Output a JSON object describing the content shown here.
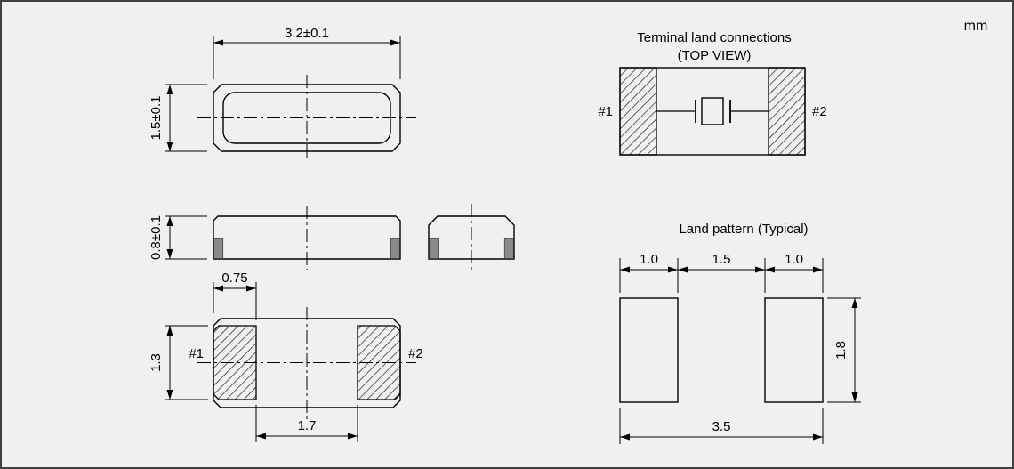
{
  "units_label": "mm",
  "top_view": {
    "dim_width": "3.2±0.1",
    "dim_height": "1.5±0.1"
  },
  "side_view": {
    "dim_thickness": "0.8±0.1"
  },
  "bottom_view": {
    "dim_pad_width": "0.75",
    "dim_pad_height": "1.3",
    "dim_pad_gap": "1.7",
    "terminal_1": "#1",
    "terminal_2": "#2"
  },
  "terminal_land_connections": {
    "title": "Terminal land connections",
    "subtitle": "(TOP VIEW)",
    "terminal_1": "#1",
    "terminal_2": "#2"
  },
  "land_pattern": {
    "title": "Land pattern (Typical)",
    "dim_pad1_width": "1.0",
    "dim_gap": "1.5",
    "dim_pad2_width": "1.0",
    "dim_pad_height": "1.8",
    "dim_total_width": "3.5"
  }
}
